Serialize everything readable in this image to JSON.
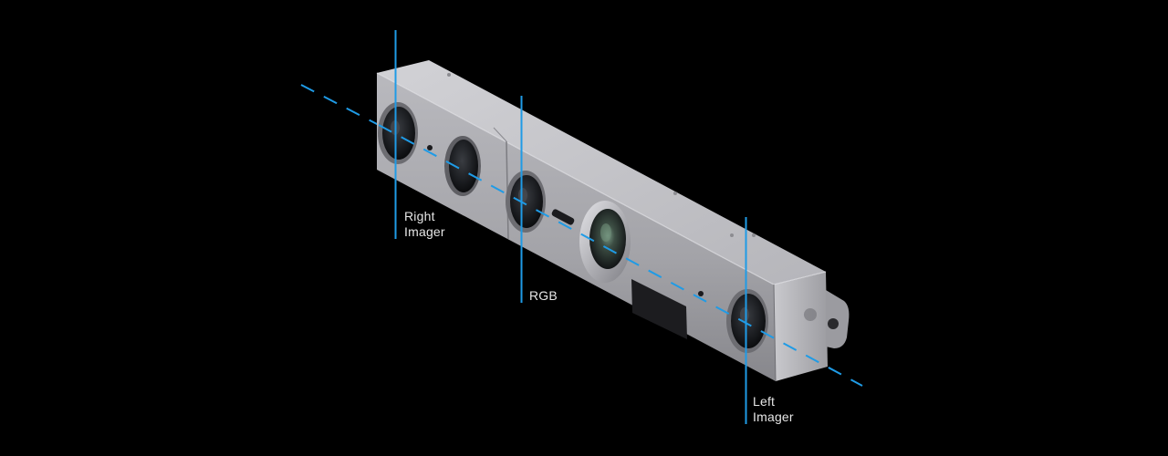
{
  "callouts": {
    "right_imager": {
      "line1": "Right",
      "line2": "Imager"
    },
    "rgb": {
      "line1": "RGB"
    },
    "left_imager": {
      "line1": "Left",
      "line2": "Imager"
    }
  },
  "colors": {
    "background": "#000000",
    "guide_line": "#1f9be6",
    "label_text": "#e6e6e6",
    "housing_front": "#a9a9ad",
    "housing_top": "#c8c8cc",
    "housing_bottom": "#8a8a8f",
    "lens_dark": "#1a1c1f"
  },
  "icons": {
    "device": "depth-camera-illustration"
  }
}
